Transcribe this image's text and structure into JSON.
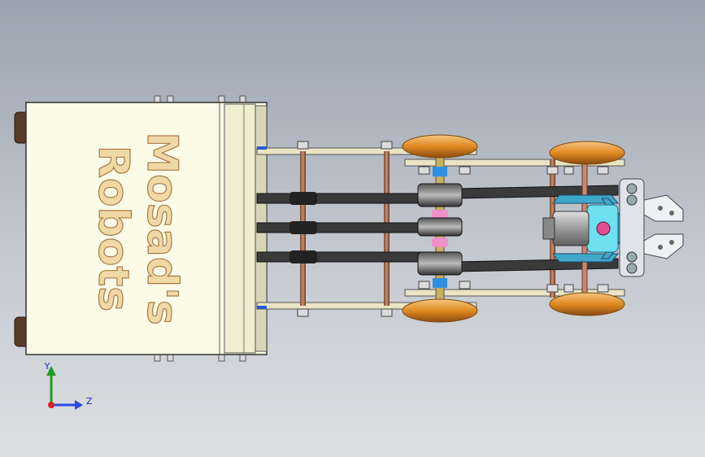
{
  "box": {
    "line1": "Mosad's",
    "line2": "Robots"
  },
  "triad": {
    "y_label": "Y",
    "z_label": "Z"
  },
  "colors": {
    "background": "#aeb5c0",
    "box_fill": "#fbfbe8",
    "text_fill": "#efd9a6",
    "text_stroke": "#a87a45",
    "wheel": "#e09030",
    "belt": "#3a3a3a",
    "shaft": "#9a7058",
    "gear": "#3fa8c8"
  },
  "icons": [
    "coordinate-triad-icon"
  ]
}
